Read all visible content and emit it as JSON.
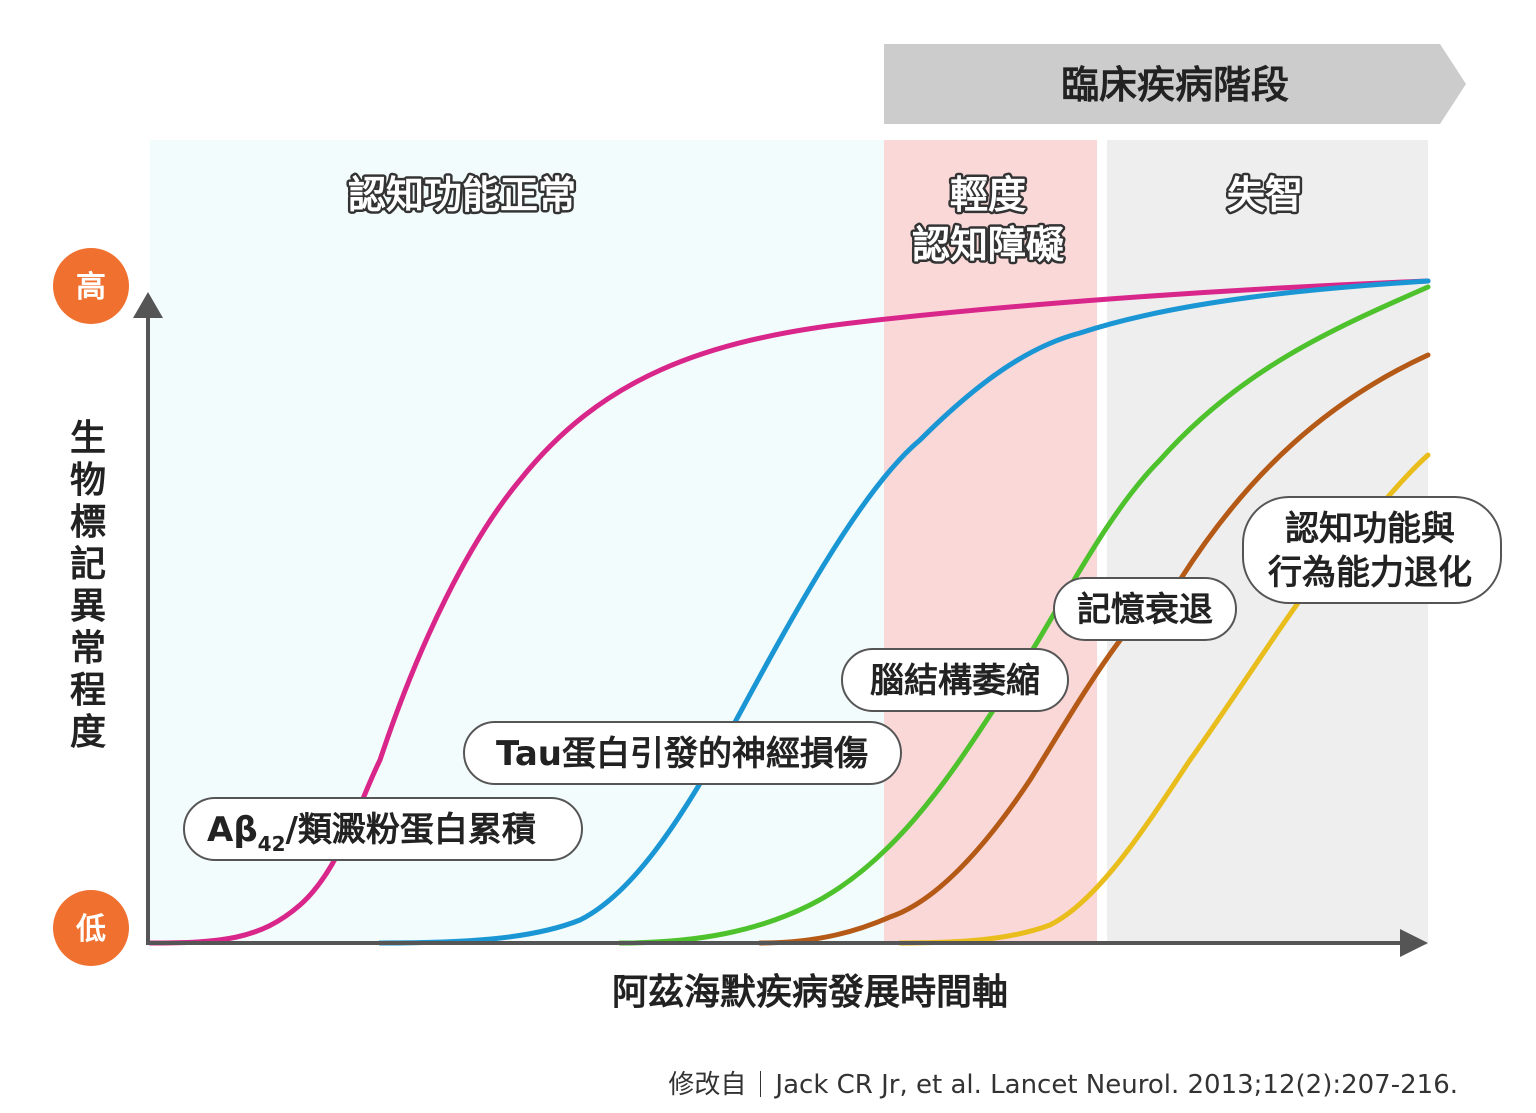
{
  "chart_data": {
    "type": "line",
    "banner": "臨床疾病階段",
    "zones": [
      {
        "name": "認知功能正常",
        "lines": [
          "認知功能正常"
        ],
        "color": "#f3fcfc"
      },
      {
        "name": "輕度認知障礙",
        "lines": [
          "輕度",
          "認知障礙"
        ],
        "color": "#fbd8d8"
      },
      {
        "name": "失智",
        "lines": [
          "失智"
        ],
        "color": "#eeeeee"
      }
    ],
    "ylabel": "生物標記異常程度",
    "xlabel": "阿茲海默疾病發展時間軸",
    "y_high": "高",
    "y_low": "低",
    "series": [
      {
        "name": "Aβ42/類澱粉蛋白累積",
        "label_main": "Aβ",
        "label_sub": "42",
        "label_rest": "/類澱粉蛋白累積",
        "color": "#d9268a"
      },
      {
        "name": "Tau蛋白引發的神經損傷",
        "lines": [
          "Tau蛋白引發的神經損傷"
        ],
        "color": "#1a96d4"
      },
      {
        "name": "腦結構萎縮",
        "lines": [
          "腦結構萎縮"
        ],
        "color": "#4ec22c"
      },
      {
        "name": "記憶衰退",
        "lines": [
          "記憶衰退"
        ],
        "color": "#b45a16"
      },
      {
        "name": "認知功能與行為能力退化",
        "lines": [
          "認知功能與",
          "行為能力退化"
        ],
        "color": "#e8bd1c"
      }
    ],
    "credit_prefix": "修改自",
    "credit_text": "Jack CR Jr, et al. Lancet Neurol. 2013;12(2):207-216.",
    "accent": "#f07030"
  }
}
